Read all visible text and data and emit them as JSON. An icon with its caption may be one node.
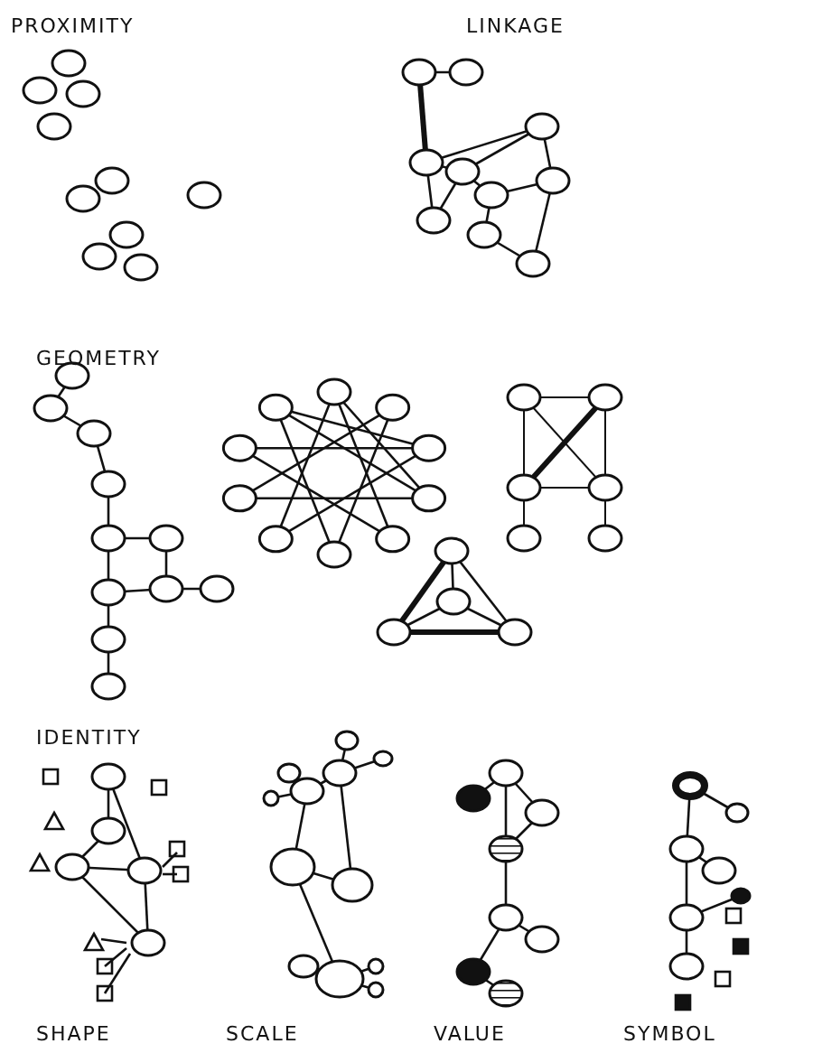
{
  "diagram": {
    "labels": [
      "PROXIMITY",
      "LINKAGE",
      "GEOMETRY",
      "IDENTITY",
      "SHAPE",
      "SCALE",
      "VALUE",
      "SYMBOL"
    ]
  }
}
